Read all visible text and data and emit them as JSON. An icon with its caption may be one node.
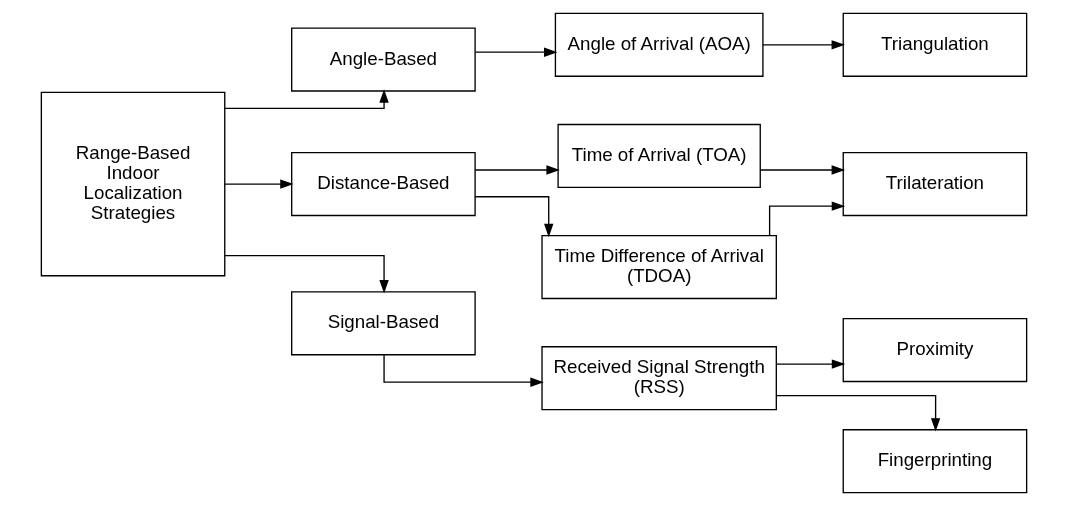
{
  "diagram": {
    "nodes": [
      {
        "text": [
          "Range-Based Indoor Localization Strategies"
        ]
      },
      {
        "text": [
          "Angle-Based"
        ]
      },
      {
        "text": [
          "Angle of Arrival (AOA)"
        ]
      },
      {
        "text": [
          "Triangulation"
        ]
      },
      {
        "text": [
          "Distance-Based"
        ]
      },
      {
        "text": [
          "Time of Arrival (TOA)"
        ]
      },
      {
        "text": [
          "Time Difference of Arrival (TDOA)"
        ]
      },
      {
        "text": [
          "Trilateration"
        ]
      },
      {
        "text": [
          "Signal-Based"
        ]
      },
      {
        "text": [
          "Received Signal Strength (RSS)"
        ]
      },
      {
        "text": [
          "Proximity"
        ]
      },
      {
        "text": [
          "Fingerprinting"
        ]
      }
    ],
    "edges": [
      {
        "from": 0,
        "to": 1,
        "arrow": "to"
      },
      {
        "from": 0,
        "to": 4,
        "arrow": "to"
      },
      {
        "from": 0,
        "to": 8,
        "arrow": "to"
      },
      {
        "from": 1,
        "to": 2,
        "arrow": "to"
      },
      {
        "from": 2,
        "to": 3,
        "arrow": "to"
      },
      {
        "from": 4,
        "to": 5,
        "arrow": "to"
      },
      {
        "from": 4,
        "to": 6,
        "arrow": "to"
      },
      {
        "from": 5,
        "to": 7,
        "arrow": "to"
      },
      {
        "from": 6,
        "to": 7,
        "arrow": "to"
      },
      {
        "from": 8,
        "to": 9,
        "arrow": "to"
      },
      {
        "from": 9,
        "to": 10,
        "arrow": "to"
      },
      {
        "from": 9,
        "to": 11,
        "arrow": "to"
      }
    ]
  }
}
